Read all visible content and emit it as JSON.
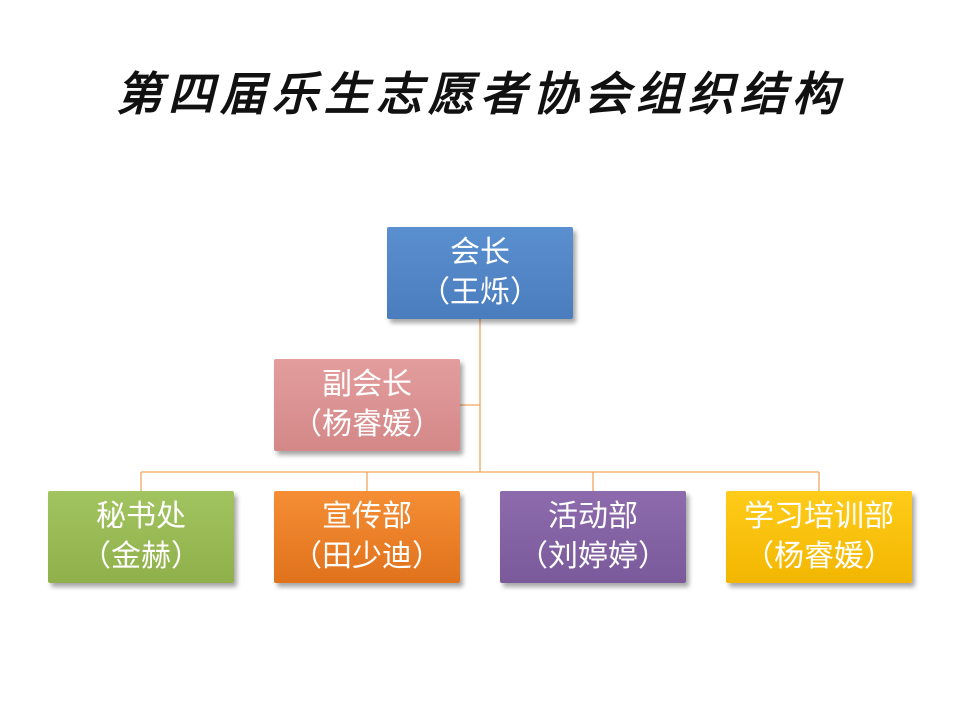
{
  "title": "第四届乐生志愿者协会组织结构",
  "colors": {
    "connector": "#f2a65a",
    "president": "#4f81bd",
    "vice_president": "#d99594",
    "secretariat": "#9bbb59",
    "publicity": "#f79646",
    "activities": "#8064a2",
    "training": "#ffc000"
  },
  "org": {
    "president": {
      "role": "会长",
      "person": "（王烁）"
    },
    "vice_president": {
      "role": "副会长",
      "person": "（杨睿媛）"
    },
    "departments": [
      {
        "role": "秘书处",
        "person": "（金赫）"
      },
      {
        "role": "宣传部",
        "person": "（田少迪）"
      },
      {
        "role": "活动部",
        "person": "（刘婷婷）"
      },
      {
        "role": "学习培训部",
        "person": "（杨睿媛）"
      }
    ]
  }
}
